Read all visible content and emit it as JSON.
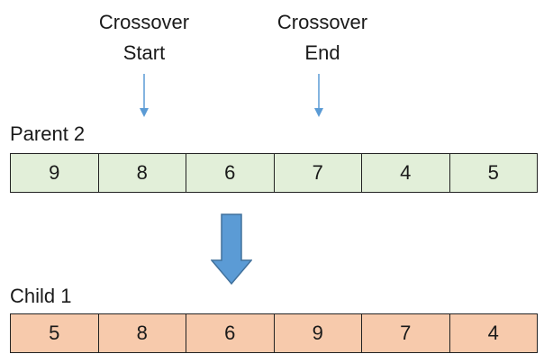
{
  "crossover_start": {
    "line1": "Crossover",
    "line2": "Start"
  },
  "crossover_end": {
    "line1": "Crossover",
    "line2": "End"
  },
  "parent": {
    "label": "Parent 2",
    "cells": [
      "9",
      "8",
      "6",
      "7",
      "4",
      "5"
    ],
    "fill": "#e2efd9"
  },
  "child": {
    "label": "Child 1",
    "cells": [
      "5",
      "8",
      "6",
      "9",
      "7",
      "4"
    ],
    "fill": "#f7caac"
  },
  "colors": {
    "pointer": "#5b9bd5",
    "arrow_fill": "#5b9bd5",
    "arrow_stroke": "#41719c"
  },
  "icons": {
    "pointer": "down-pointer-icon",
    "transition": "down-arrow-icon"
  }
}
